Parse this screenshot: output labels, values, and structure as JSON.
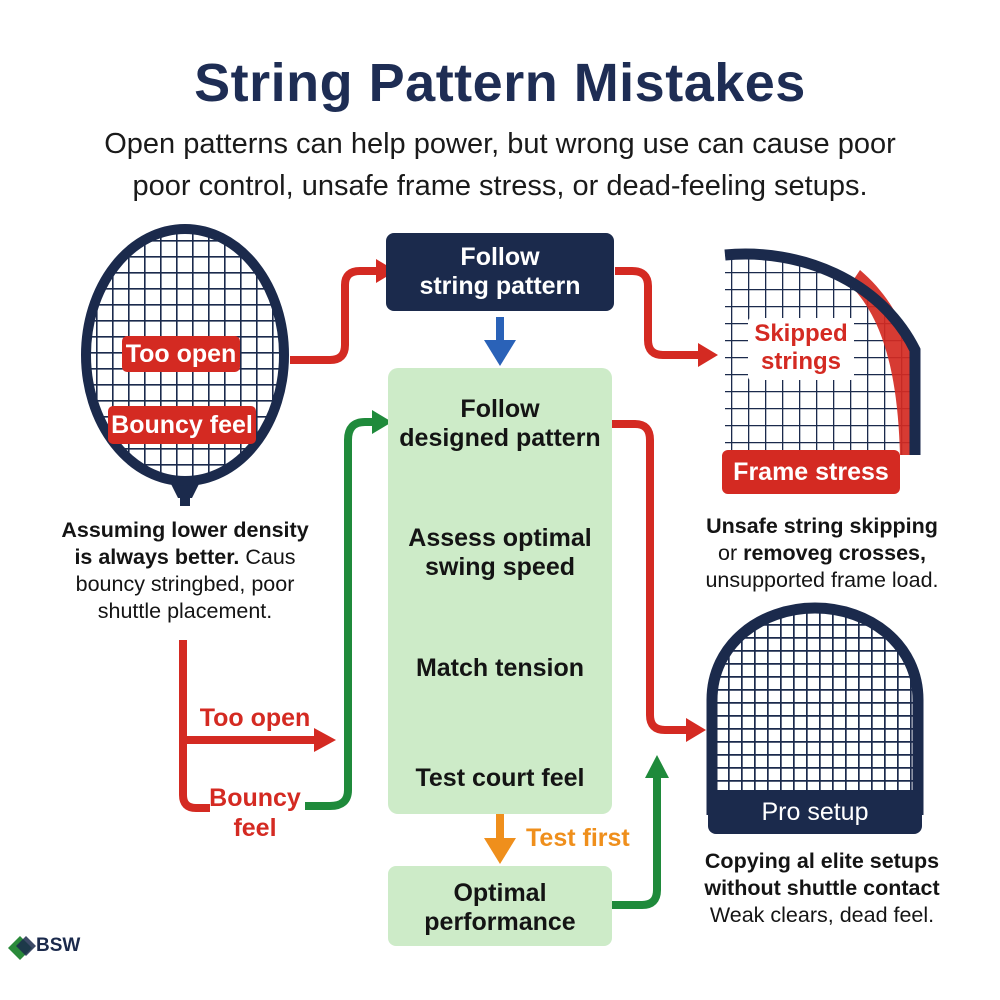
{
  "title": "String Pattern Mistakes",
  "subtitle_line1": "Open patterns can help power, but wrong use can cause poor",
  "subtitle_line2": "poor control, unsafe frame stress, or dead-feeling setups.",
  "top_box": {
    "line1": "Follow",
    "line2": "string pattern"
  },
  "center_steps": [
    {
      "line1": "Follow",
      "line2": "designed pattern"
    },
    {
      "line1": "Assess optimal",
      "line2": "swing speed"
    },
    {
      "line1": "Match tension"
    },
    {
      "line1": "Test court feel"
    }
  ],
  "test_first_label": "Test first",
  "bottom_box": {
    "line1": "Optimal",
    "line2": "performance"
  },
  "left_racket": {
    "tag1": "Too open",
    "tag2": "Bouncy feel"
  },
  "left_caption": {
    "bold1": "Assuming lower density",
    "bold2": "is always better.",
    "normal2": " Caus",
    "line3": "bouncy stringbed, poor",
    "line4": "shuttle placement."
  },
  "left_flow": {
    "label1": "Too open",
    "label2_line1": "Bouncy",
    "label2_line2": "feel"
  },
  "right_top": {
    "tag_line1": "Skipped",
    "tag_line2": "strings",
    "banner": "Frame stress"
  },
  "right_top_caption": {
    "bold1": "Unsafe string skipping",
    "line2_normal": "or ",
    "line2_bold": "removeg crosses,",
    "line3": "unsupported frame load."
  },
  "right_bottom": {
    "banner": "Pro setup"
  },
  "right_bottom_caption": {
    "bold1": "Copying al elite setups",
    "bold2": "without shuttle contact",
    "line3": "Weak clears, dead feel."
  },
  "logo": {
    "text": "BSW"
  },
  "colors": {
    "navy": "#1b2a4c",
    "red": "#d42a22",
    "green_box": "#cdebc8",
    "green_arrow": "#1f8a3b",
    "blue_arrow": "#2a62b8",
    "orange": "#ef8f1c"
  }
}
